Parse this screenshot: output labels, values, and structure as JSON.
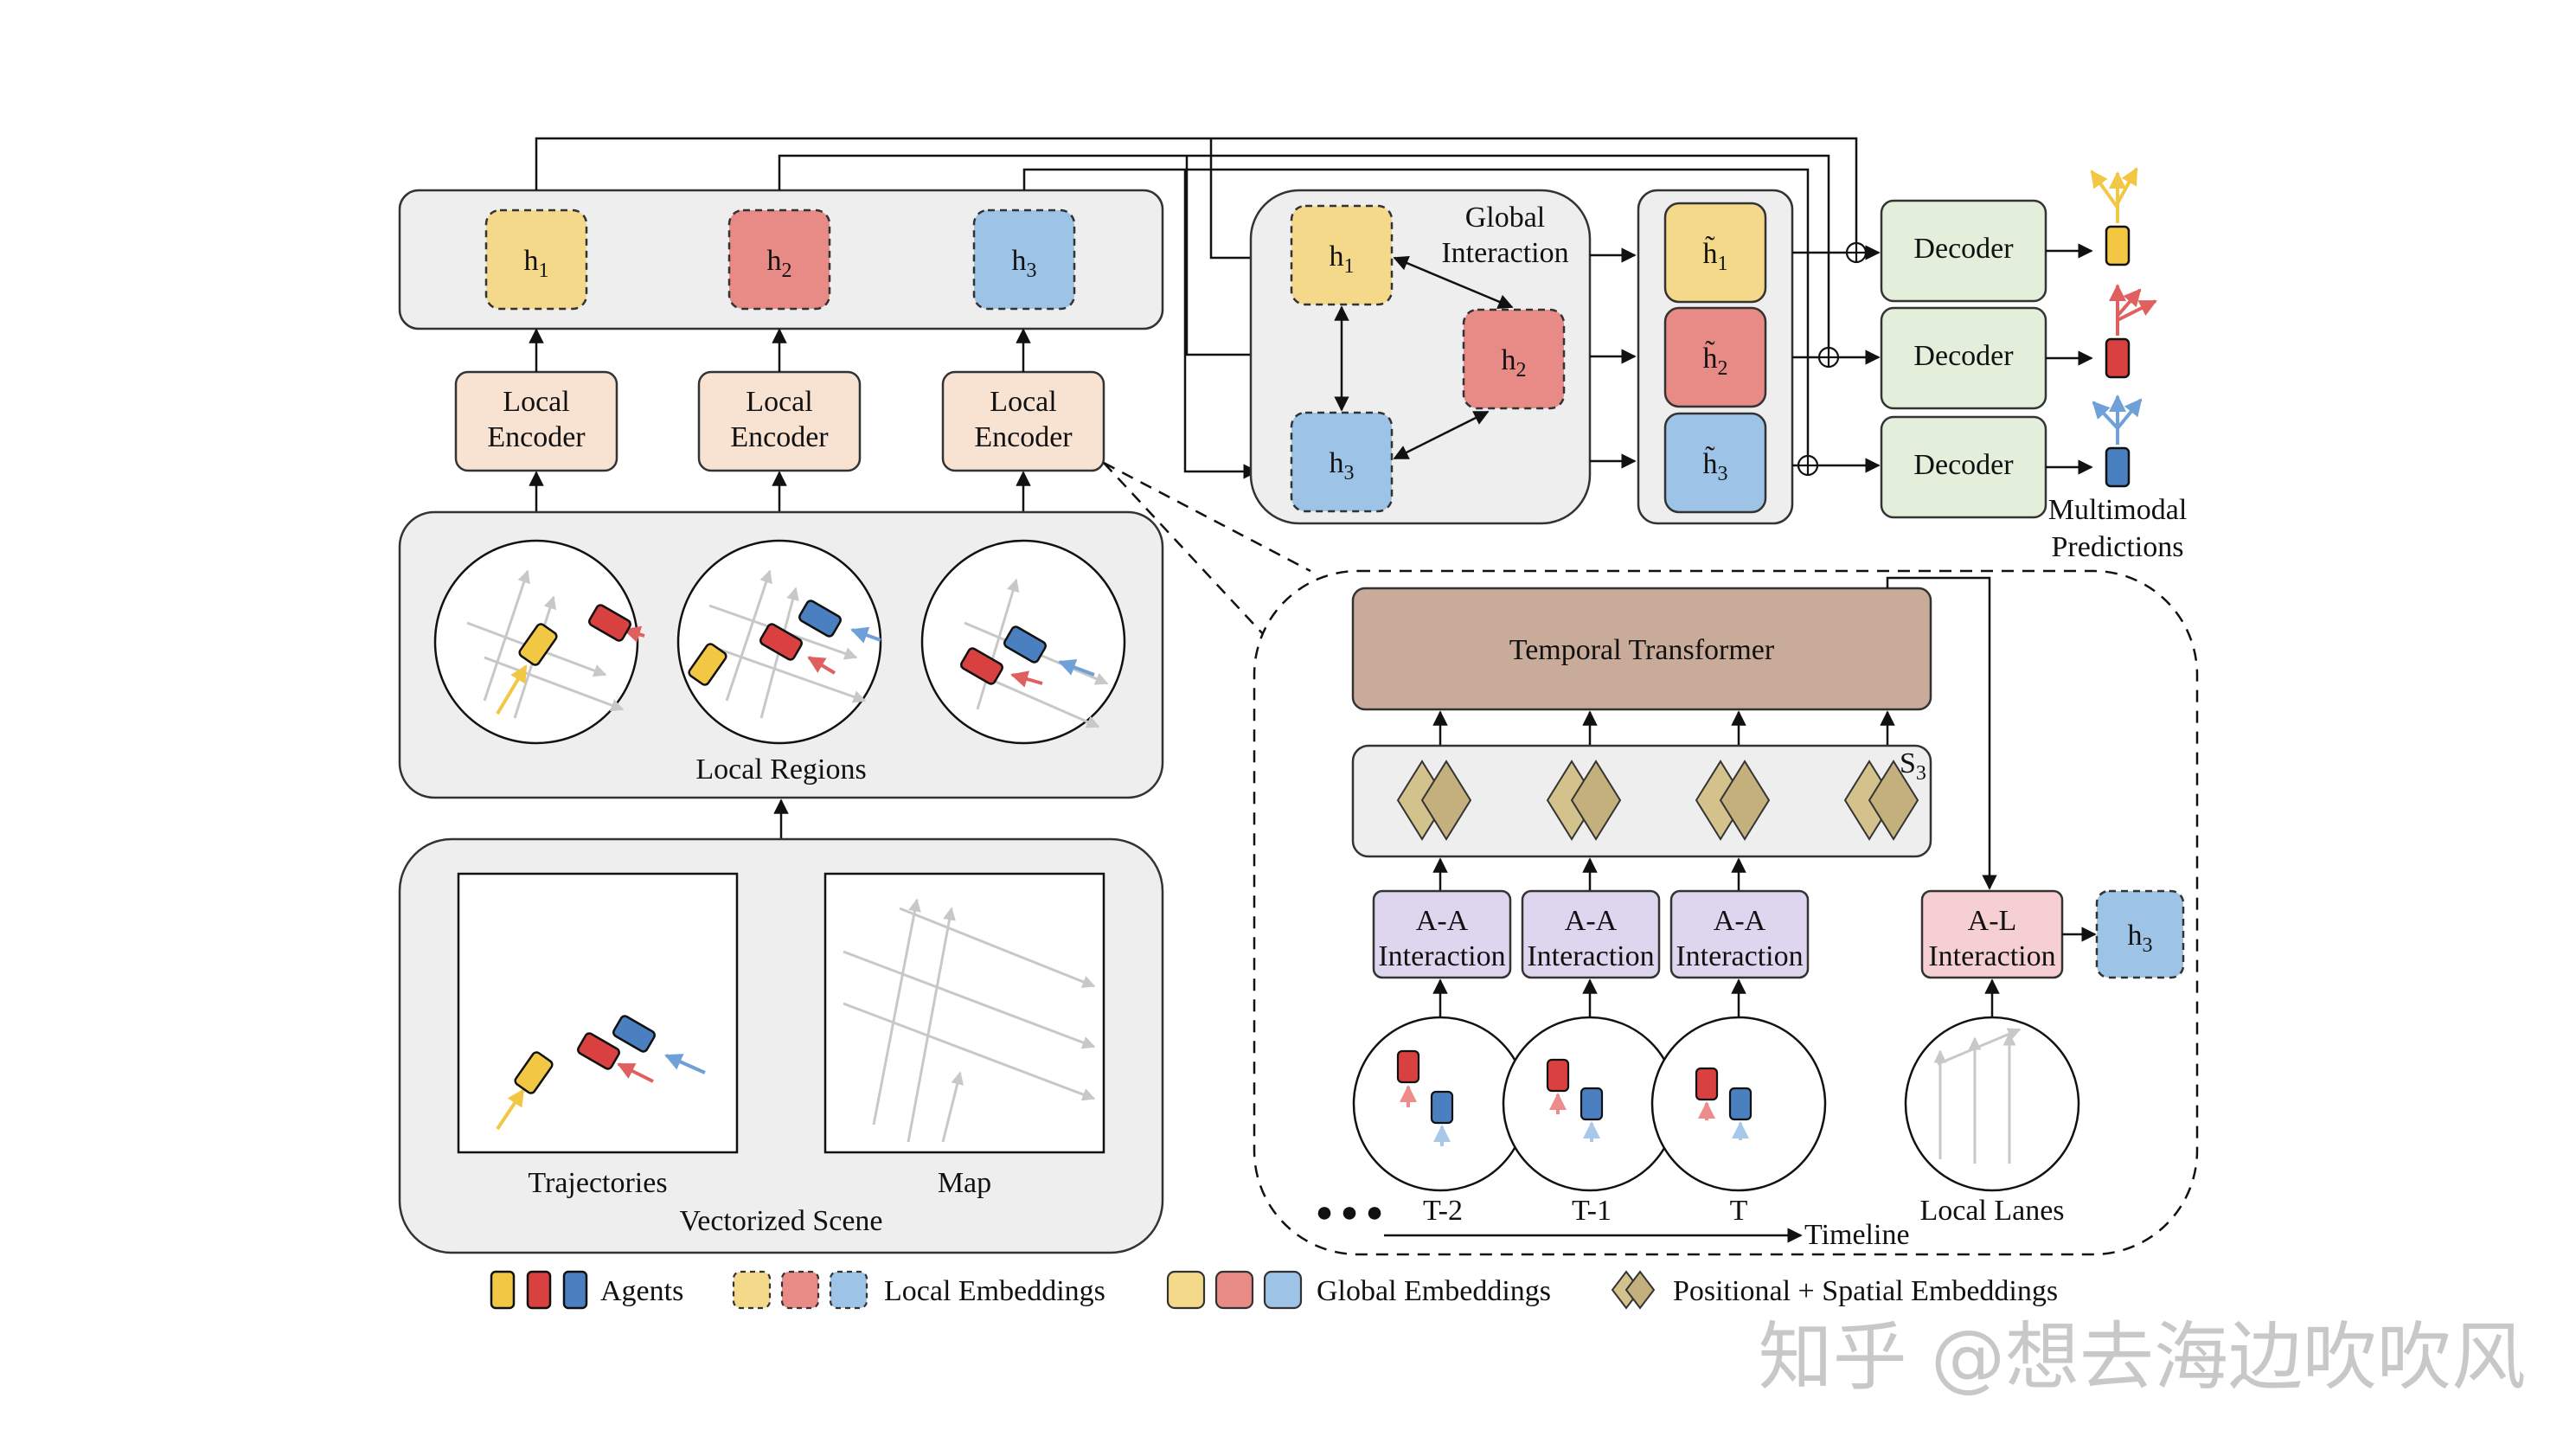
{
  "colors": {
    "yellow": "#f5d98a",
    "red": "#e88a86",
    "blue": "#9dc3e6",
    "agent_yellow": "#f2c744",
    "agent_red": "#d94040",
    "agent_blue": "#4a7fc0",
    "panel_gray": "#eeeeee",
    "encoder": "#f8e2d2",
    "decoder": "#e4efdb",
    "transformer": "#c9ab9a",
    "aa_interaction": "#ddd6ee",
    "al_interaction": "#f5cfd2",
    "diamond": "#d4c28d"
  },
  "embeddings_top": [
    {
      "base": "h",
      "sub": "1"
    },
    {
      "base": "h",
      "sub": "2"
    },
    {
      "base": "h",
      "sub": "3"
    }
  ],
  "local_encoder_line1": "Local",
  "local_encoder_line2": "Encoder",
  "local_regions_label": "Local Regions",
  "vectorized_scene": {
    "trajectories_label": "Trajectories",
    "map_label": "Map",
    "title": "Vectorized Scene"
  },
  "global_interaction": {
    "title_line1": "Global",
    "title_line2": "Interaction",
    "nodes": [
      {
        "base": "h",
        "sub": "1"
      },
      {
        "base": "h",
        "sub": "2"
      },
      {
        "base": "h",
        "sub": "3"
      }
    ]
  },
  "global_embeddings": [
    {
      "base": "h̃",
      "sub": "1"
    },
    {
      "base": "h̃",
      "sub": "2"
    },
    {
      "base": "h̃",
      "sub": "3"
    }
  ],
  "decoder_label": "Decoder",
  "multimodal_line1": "Multimodal",
  "multimodal_line2": "Predictions",
  "temporal": {
    "transformer_label": "Temporal Transformer",
    "s_label": "S",
    "s_sub": "3",
    "aa_line1": "A-A",
    "aa_line2": "Interaction",
    "al_line1": "A-L",
    "al_line2": "Interaction",
    "h3_base": "h",
    "h3_sub": "3",
    "time_labels": [
      "T-2",
      "T-1",
      "T"
    ],
    "ellipsis": "● ● ●",
    "timeline_label": "Timeline",
    "local_lanes_label": "Local Lanes"
  },
  "legend": {
    "agents": "Agents",
    "local_embeddings": "Local Embeddings",
    "global_embeddings": "Global Embeddings",
    "positional": "Positional + Spatial Embeddings"
  },
  "watermark": "知乎 @想去海边吹吹风"
}
